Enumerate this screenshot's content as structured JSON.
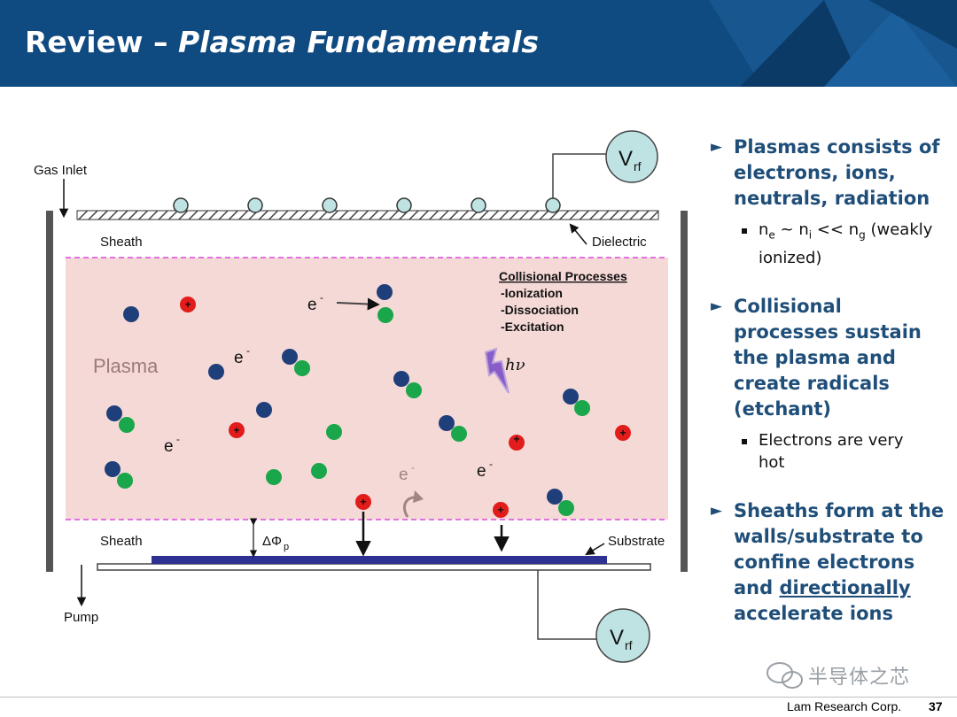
{
  "slide": {
    "title_prefix": "Review – ",
    "title_italic": "Plasma Fundamentals",
    "company": "Lam Research Corp.",
    "page_number": "37",
    "watermark": "半导体之芯"
  },
  "colors": {
    "header": "#0f4a80",
    "bullet_text": "#1f4e79",
    "plasma_fill": "#f5d9d6",
    "electron_ball": "#1f3f7a",
    "neutral_ball": "#1aa64a",
    "ion_ball": "#e21b1b",
    "electrode": "#2e3192"
  },
  "diagram": {
    "gas_inlet": "Gas Inlet",
    "pump": "Pump",
    "sheath_top": "Sheath",
    "sheath_bottom": "Sheath",
    "dielectric": "Dielectric",
    "substrate": "Substrate",
    "plasma": "Plasma",
    "vrf_v": "V",
    "vrf_sub": "rf",
    "electron_e": "e",
    "electron_sup": "-",
    "hv": "hν",
    "delta_phi": "ΔΦ",
    "delta_phi_sub": "p",
    "ion_plus": "+",
    "collisional_title": "Collisional Processes",
    "collisional_items": [
      "-Ionization",
      "-Dissociation",
      "-Excitation"
    ]
  },
  "bullets": [
    {
      "text_lines": [
        "Plasmas consists of",
        "electrons, ions,",
        "neutrals, radiation"
      ],
      "sub": {
        "n": "n",
        "e": "e",
        "approx": " ~ ",
        "i": "i",
        "ll": " << ",
        "g": "g",
        "tail": " (weakly",
        "line2": "ionized)"
      }
    },
    {
      "text_lines": [
        "Collisional",
        "processes sustain",
        "the plasma and",
        "create radicals",
        "(etchant)"
      ],
      "sub_lines": [
        "Electrons are very",
        "hot"
      ]
    },
    {
      "text_lines": [
        "Sheaths form at the",
        "walls/substrate to",
        "confine electrons"
      ],
      "line4_pre": "and ",
      "line4_underlined": "directionally",
      "line5": "accelerate ions"
    }
  ]
}
